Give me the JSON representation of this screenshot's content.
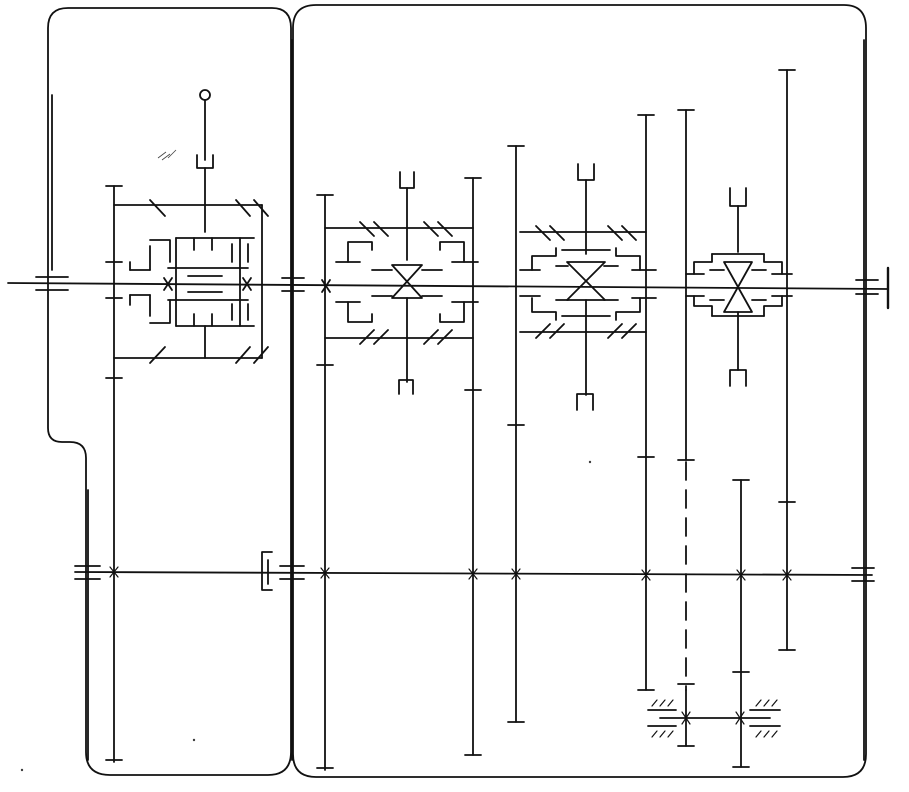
{
  "diagram": {
    "kind": "kinematic-scheme",
    "ink_color": "#111111",
    "paper_color": "#ffffff",
    "components": [
      "left-housing",
      "right-housing",
      "input-shaft",
      "countershaft",
      "planetary-range-unit",
      "synchronizer-1",
      "synchronizer-2",
      "synchronizer-3",
      "reverse-idler",
      "output-flange"
    ]
  }
}
